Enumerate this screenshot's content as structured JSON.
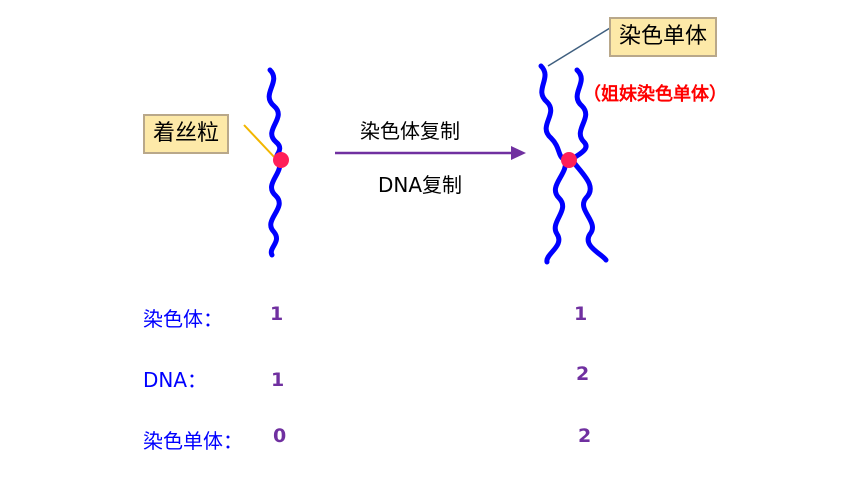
{
  "labels": {
    "centromere": "着丝粒",
    "chromatid": "染色单体",
    "sister_chromatid": "（姐妹染色单体）",
    "process_top": "染色体复制",
    "process_bottom": "DNA复制"
  },
  "rows": [
    {
      "label": "染色体：",
      "before": "1",
      "after": "1"
    },
    {
      "label": "DNA：",
      "before": "1",
      "after": "2"
    },
    {
      "label": "染色单体：",
      "before": "0",
      "after": "2"
    }
  ],
  "colors": {
    "chromosome": "#0000ff",
    "centromere": "#ff1f5a",
    "arrow": "#7030a0",
    "box_fill": "#fde9a8",
    "label_blue": "#0000ff",
    "number_purple": "#7030a0",
    "callout_red": "#ff0000"
  }
}
